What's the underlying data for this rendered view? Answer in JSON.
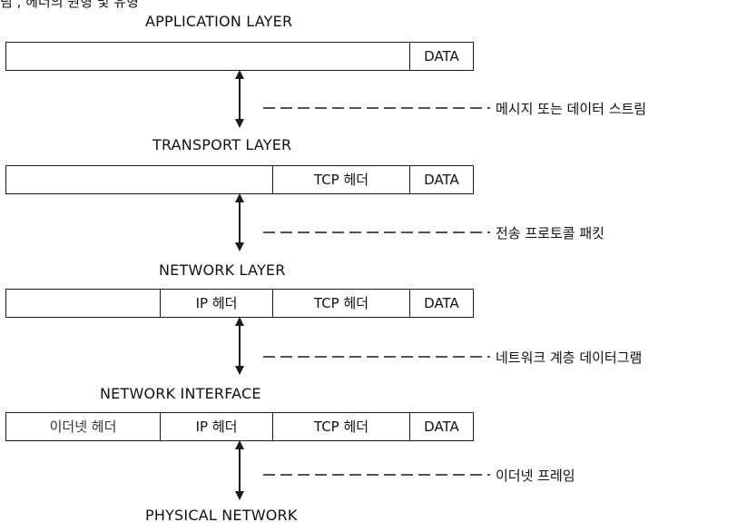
{
  "diagram": {
    "top_fragment": "림 , 헤더의 원형 및 유형",
    "layers": [
      "APPLICATION LAYER",
      "TRANSPORT LAYER",
      "NETWORK LAYER",
      "NETWORK INTERFACE",
      "PHYSICAL NETWORK"
    ],
    "frames": [
      {
        "cells": [
          "",
          "DATA"
        ]
      },
      {
        "cells": [
          "",
          "TCP 헤더",
          "DATA"
        ]
      },
      {
        "cells": [
          "",
          "IP 헤더",
          "TCP 헤더",
          "DATA"
        ]
      },
      {
        "cells": [
          "이더넷 헤더",
          "IP 헤더",
          "TCP 헤더",
          "DATA"
        ]
      }
    ],
    "descriptions": [
      "메시지 또는 데이터 스트림",
      "전송 프로토콜 패킷",
      "네트워크 계층 데이터그램",
      "이더넷 프레임"
    ],
    "colors": {
      "line": "#1a1a1a",
      "text": "#111111",
      "background": "#ffffff"
    }
  }
}
